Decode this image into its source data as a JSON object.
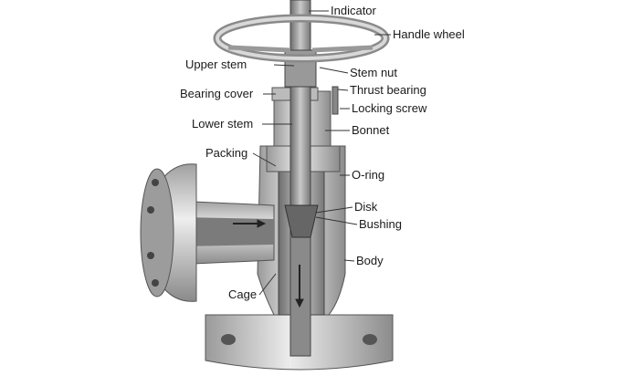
{
  "labels": {
    "indicator": "Indicator",
    "handle_wheel": "Handle wheel",
    "upper_stem": "Upper stem",
    "stem_nut": "Stem nut",
    "thrust_bearing": "Thrust bearing",
    "bearing_cover": "Bearing cover",
    "locking_screw": "Locking screw",
    "lower_stem": "Lower stem",
    "bonnet": "Bonnet",
    "packing": "Packing",
    "o_ring": "O-ring",
    "disk": "Disk",
    "bushing": "Bushing",
    "body": "Body",
    "cage": "Cage"
  },
  "colors": {
    "metal_light": "#e4e4e4",
    "metal_mid": "#b8b8b8",
    "metal_dark": "#7a7a7a",
    "line": "#333333"
  }
}
